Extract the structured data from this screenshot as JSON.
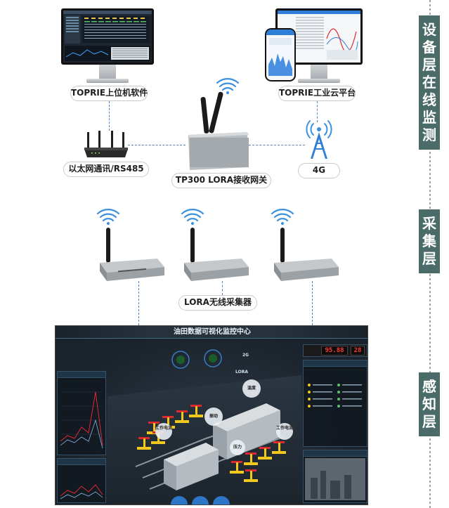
{
  "layers": {
    "monitoring": "设备层在线监测",
    "collection": "采集层",
    "perception": "感知层"
  },
  "labels": {
    "software": "TOPRIE上位机软件",
    "cloud": "TOPRIE工业云平台",
    "ethernet": "以太网通讯/RS485",
    "gateway": "TP300 LORA接收网关",
    "network4g": "4G",
    "collector": "LORA无线采集器"
  },
  "dashboard": {
    "title": "油田数据可视化监控中心",
    "band_2g": "2G",
    "lora": "LORA",
    "temperature": "温度",
    "vibration": "振动",
    "working_current": "工作电流",
    "pressure": "压力",
    "value_1": "95.88",
    "value_2": "28"
  },
  "colors": {
    "accent_blue": "#4f7fc8",
    "layer_bar": "#4a6b68",
    "pump_red": "#e0282e",
    "pump_yellow": "#f2c81b"
  }
}
